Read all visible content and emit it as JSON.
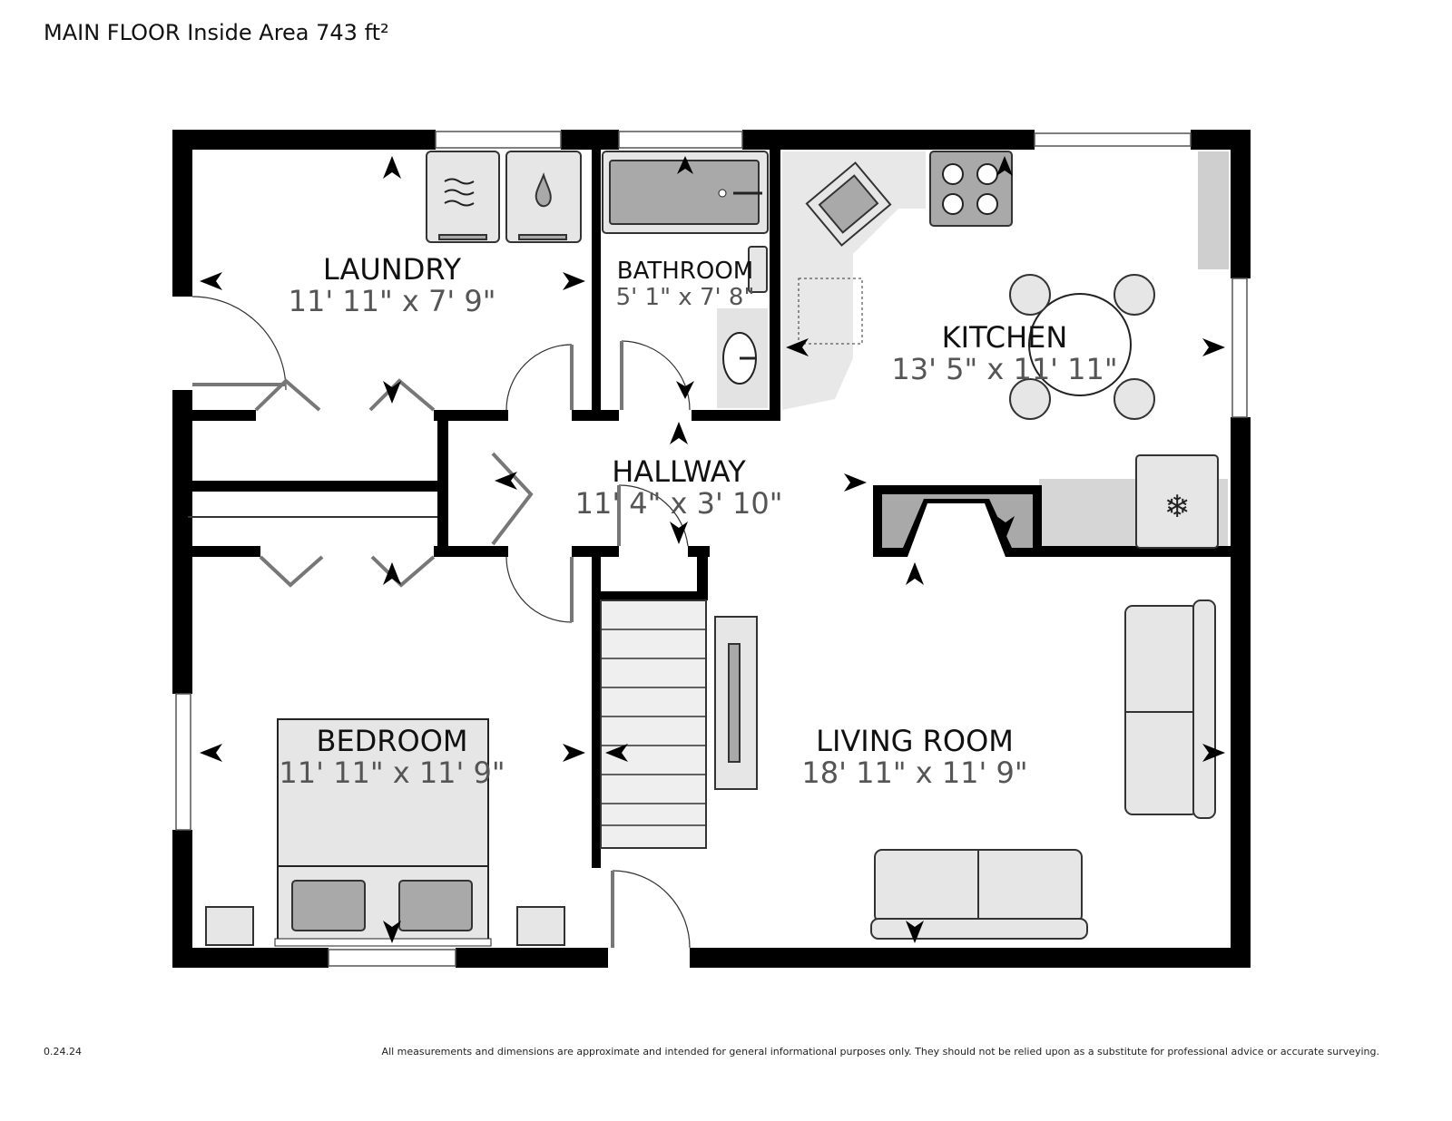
{
  "header": {
    "title": "MAIN FLOOR Inside Area 743 ft²"
  },
  "footer": {
    "version": "0.24.24",
    "disclaimer": "All measurements and dimensions are approximate and intended for general informational purposes only. They should not be relied upon as a substitute for professional advice or accurate surveying."
  },
  "rooms": {
    "laundry": {
      "name": "LAUNDRY",
      "dims": "11' 11\" x 7' 9\""
    },
    "bathroom": {
      "name": "BATHROOM",
      "dims": "5' 1\" x 7' 8\""
    },
    "kitchen": {
      "name": "KITCHEN",
      "dims": "13' 5\" x 11' 11\""
    },
    "hallway": {
      "name": "HALLWAY",
      "dims": "11' 4\" x 3' 10\""
    },
    "bedroom": {
      "name": "BEDROOM",
      "dims": "11' 11\" x 11' 9\""
    },
    "living_room": {
      "name": "LIVING ROOM",
      "dims": "18' 11\" x 11' 9\""
    }
  },
  "colors": {
    "wall": "#000000",
    "fixture": "#e6e6e6",
    "fixture_dark": "#a9a9a9"
  }
}
